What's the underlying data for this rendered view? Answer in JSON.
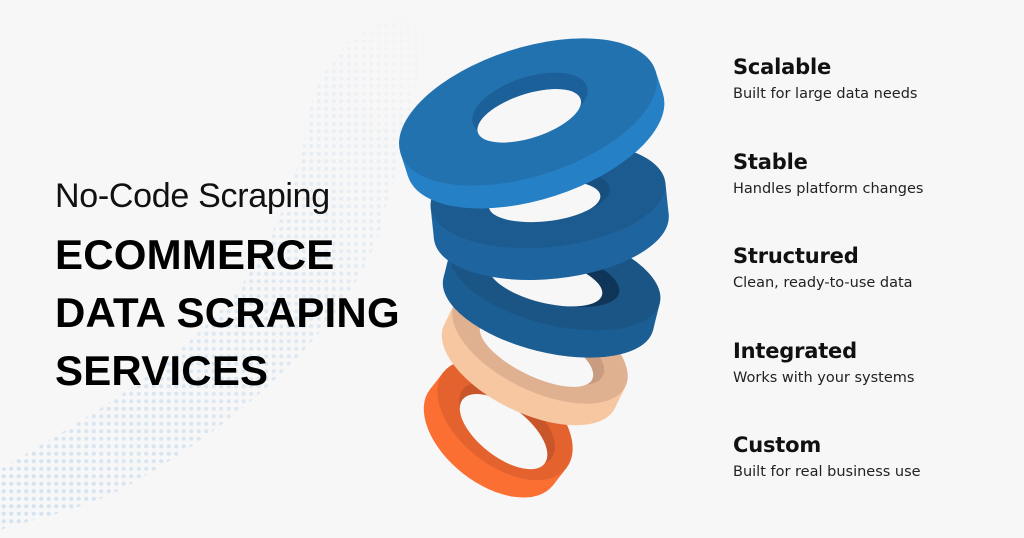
{
  "hero": {
    "subtitle": "No-Code Scraping",
    "headline_lines": [
      "ECOMMERCE",
      "DATA SCRAPING",
      "SERVICES"
    ]
  },
  "features": [
    {
      "title": "Scalable",
      "description": "Built for large data needs"
    },
    {
      "title": "Stable",
      "description": "Handles platform changes"
    },
    {
      "title": "Structured",
      "description": "Clean, ready-to-use data"
    },
    {
      "title": "Integrated",
      "description": "Works with your systems"
    },
    {
      "title": "Custom",
      "description": "Built for real business use"
    }
  ],
  "illustration": {
    "name": "stacked-rings",
    "ring_colors": [
      {
        "top": "#2272b0",
        "side": "#2680c6",
        "hole": "#1c609a"
      },
      {
        "top": "#1b5b8f",
        "side": "#1e65a0",
        "hole": "#174f7e"
      },
      {
        "top": "#1a5586",
        "side": "#1b5e94",
        "hole": "#0f3558"
      },
      {
        "top": "#e0b190",
        "side": "#f7c7a2",
        "hole": "#c99c7f"
      },
      {
        "top": "#e4622e",
        "side": "#fb6f33",
        "hole": "#c9552a"
      }
    ]
  },
  "theme": {
    "background": "#f7f7f7",
    "dot_color": "#cfe0f0"
  }
}
